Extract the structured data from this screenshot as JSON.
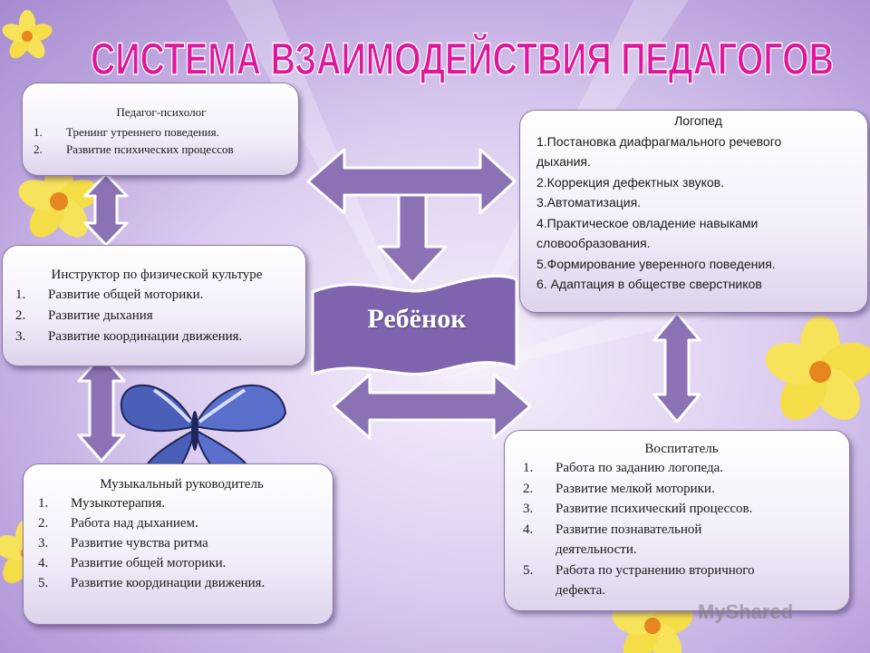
{
  "title": "СИСТЕМА ВЗАИМОДЕЙСТВИЯ ПЕДАГОГОВ",
  "center": "Ребёнок",
  "psychologist": {
    "heading": "Педагог-психолог",
    "items": [
      {
        "n": "1.",
        "t": "Тренинг утреннего поведения."
      },
      {
        "n": "2.",
        "t": "Развитие психических процессов"
      }
    ]
  },
  "pe_instructor": {
    "heading": "Инструктор по физической культуре",
    "items": [
      {
        "n": "1.",
        "t": "Развитие общей моторики."
      },
      {
        "n": "2.",
        "t": "Развитие дыхания"
      },
      {
        "n": "3.",
        "t": "Развитие координации движения."
      }
    ]
  },
  "music_director": {
    "heading": "Музыкальный руководитель",
    "items": [
      {
        "n": "1.",
        "t": "Музыкотерапия."
      },
      {
        "n": "2.",
        "t": "Работа над дыханием."
      },
      {
        "n": "3.",
        "t": "Развитие чувства ритма"
      },
      {
        "n": "4.",
        "t": "Развитие общей моторики."
      },
      {
        "n": "5.",
        "t": "Развитие координации движения."
      }
    ]
  },
  "speech_therapist": {
    "heading": "Логопед",
    "lines": [
      "1.Постановка диафрагмального речевого",
      "дыхания.",
      "2.Коррекция дефектных звуков.",
      "3.Автоматизация.",
      "4.Практическое овладение навыками",
      "словообразования.",
      "5.Формирование уверенного поведения.",
      "6. Адаптация в обществе сверстников"
    ]
  },
  "educator": {
    "heading": "Воспитатель",
    "items": [
      {
        "n": "1.",
        "t": "Работа по заданию логопеда."
      },
      {
        "n": "2.",
        "t": "Развитие мелкой моторики."
      },
      {
        "n": "3.",
        "t": "Развитие психический процессов."
      },
      {
        "n": "4.",
        "t": "Развитие познавательной деятельности."
      },
      {
        "n": "5.",
        "t": "Работа по устранению вторичного дефекта."
      }
    ]
  },
  "watermark": "MyShared",
  "colors": {
    "title_pink": "#e0169a",
    "arrow_fill": "#8a72b4",
    "arrow_stroke": "#ffffff",
    "banner_fill": "#7e63ae",
    "flower_yellow": "#f7e35a",
    "butterfly_blue": "#4a5fb8"
  }
}
